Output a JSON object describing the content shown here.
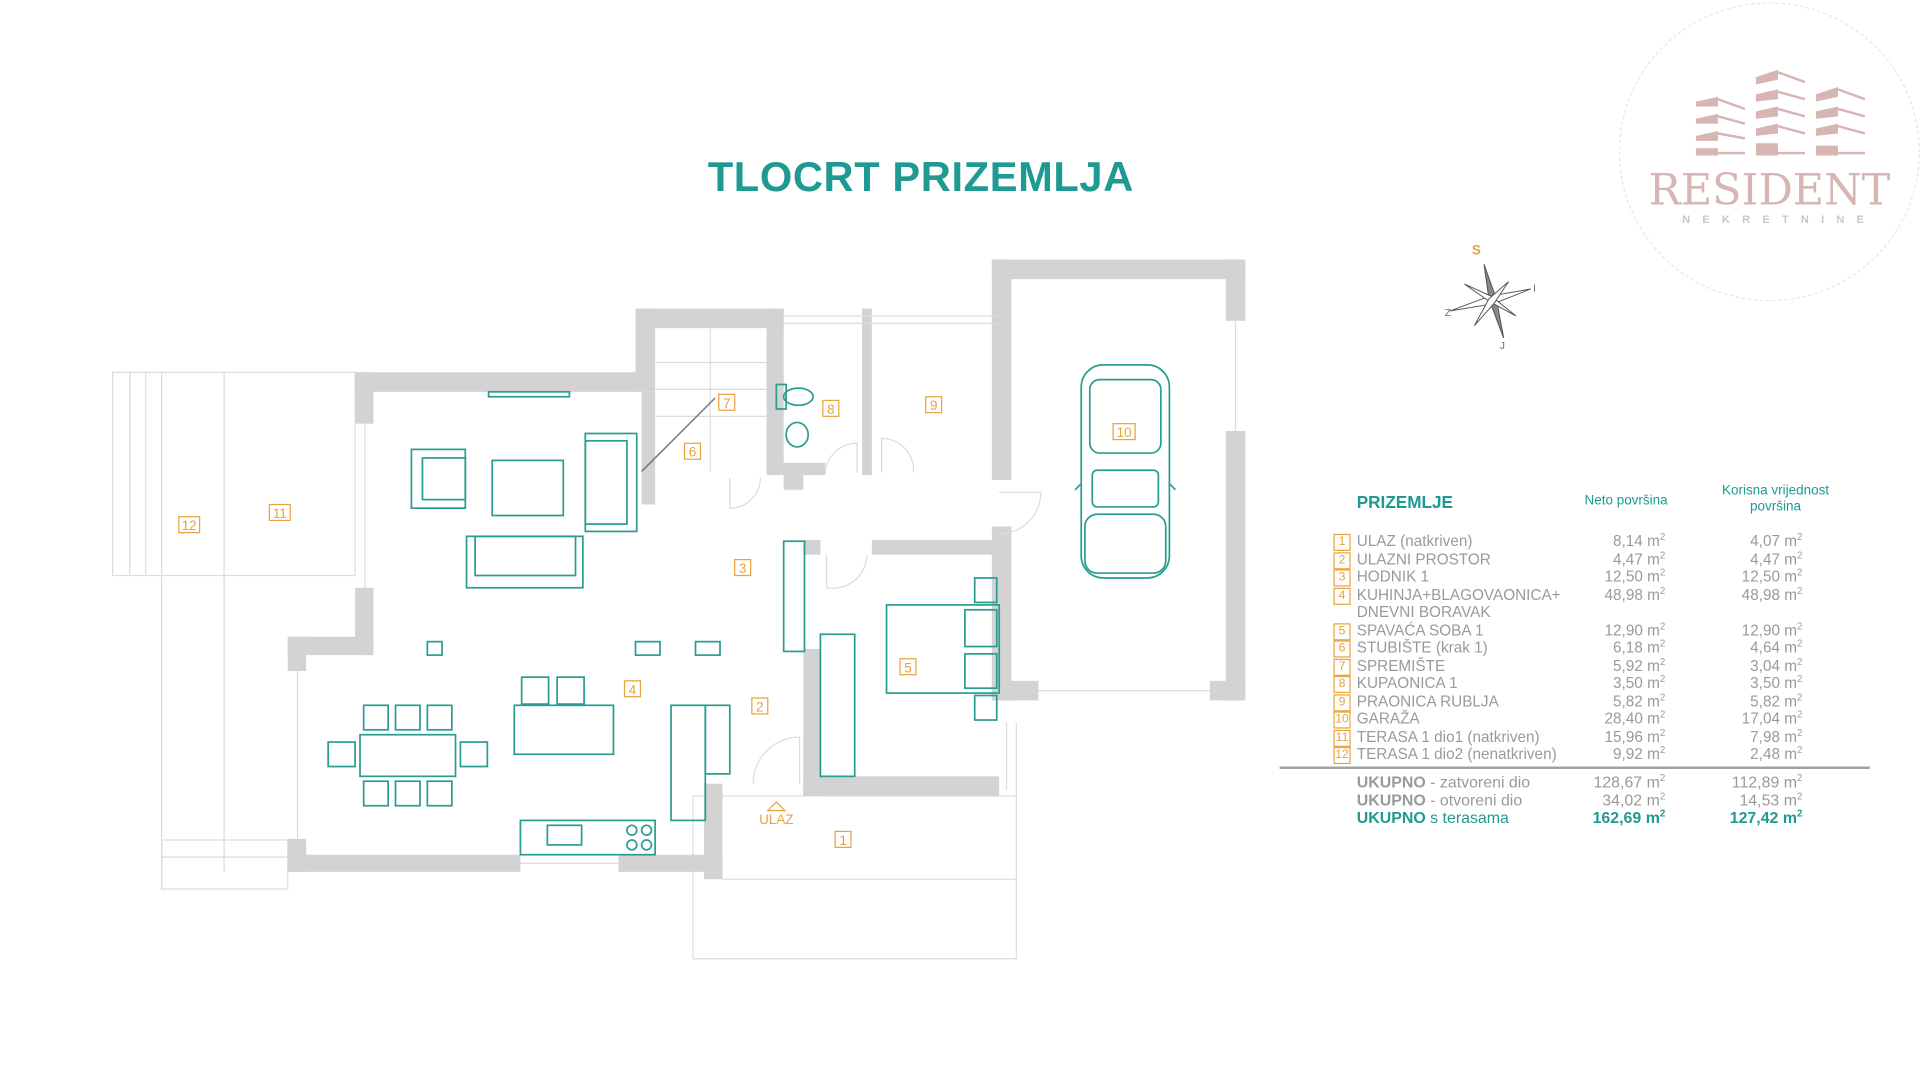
{
  "title": "TLOCRT PRIZEMLJA",
  "logo": {
    "brand": "RESIDENT",
    "sub": "NEKRETNINE"
  },
  "compass": {
    "north": "S",
    "east": "I",
    "west": "Z",
    "south": "J"
  },
  "plan": {
    "entry_label": "ULAZ",
    "room_markers": [
      "1",
      "2",
      "3",
      "4",
      "5",
      "6",
      "7",
      "8",
      "9",
      "10",
      "11",
      "12"
    ]
  },
  "table": {
    "heading": "PRIZEMLJE",
    "col_net": "Neto površina",
    "col_useful": "Korisna vrijednost površina",
    "unit": "m",
    "rows": [
      {
        "no": "1",
        "name": "ULAZ (natkriven)",
        "net": "8,14",
        "useful": "4,07"
      },
      {
        "no": "2",
        "name": "ULAZNI PROSTOR",
        "net": "4,47",
        "useful": "4,47"
      },
      {
        "no": "3",
        "name": "HODNIK 1",
        "net": "12,50",
        "useful": "12,50"
      },
      {
        "no": "4",
        "name": "KUHINJA+BLAGOVAONICA+",
        "name2": "DNEVNI BORAVAK",
        "net": "48,98",
        "useful": "48,98"
      },
      {
        "no": "5",
        "name": "SPAVAĆA SOBA 1",
        "net": "12,90",
        "useful": "12,90"
      },
      {
        "no": "6",
        "name": "STUBIŠTE  (krak 1)",
        "net": "6,18",
        "useful": "4,64"
      },
      {
        "no": "7",
        "name": "SPREMIŠTE",
        "net": "5,92",
        "useful": "3,04"
      },
      {
        "no": "8",
        "name": "KUPAONICA 1",
        "net": "3,50",
        "useful": "3,50"
      },
      {
        "no": "9",
        "name": "PRAONICA RUBLJA",
        "net": "5,82",
        "useful": "5,82"
      },
      {
        "no": "10",
        "name": "GARAŽA",
        "net": "28,40",
        "useful": "17,04"
      },
      {
        "no": "11",
        "name": "TERASA 1 dio1 (natkriven)",
        "net": "15,96",
        "useful": "7,98"
      },
      {
        "no": "12",
        "name": "TERASA 1 dio2 (nenatkriven)",
        "net": "9,92",
        "useful": "2,48"
      }
    ],
    "totals": [
      {
        "label": "UKUPNO",
        "suffix": " - zatvoreni dio",
        "net": "128,67",
        "useful": "112,89"
      },
      {
        "label": "UKUPNO",
        "suffix": " - otvoreni dio",
        "net": "34,02",
        "useful": "14,53"
      },
      {
        "label": "UKUPNO",
        "suffix": " s terasama",
        "net": "162,69",
        "useful": "127,42"
      }
    ]
  },
  "colors": {
    "accent": "#1f9a92",
    "marker": "#e8a33d",
    "wall": "#d3d3d3",
    "logo": "#d6b5b2"
  }
}
